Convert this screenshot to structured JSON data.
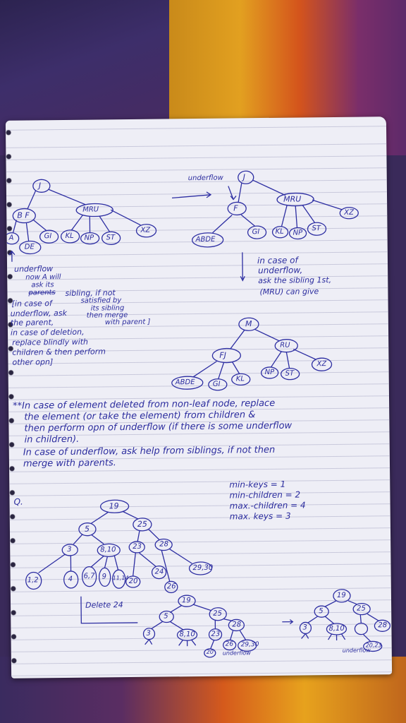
{
  "tree1": {
    "root": "J",
    "level1": [
      "B F",
      "MRU"
    ],
    "level2": [
      "A",
      "DE",
      "GI",
      "KL",
      "NP",
      "ST",
      "XZ"
    ],
    "notes": [
      "↑",
      "underflow",
      "now A will",
      "ask its",
      "parents",
      "sibling, if not",
      "[in case of",
      "satisfied by",
      "its sibling",
      "underflow, ask",
      "then merge",
      "the parent,",
      "with parent ]",
      "in case of deletion,",
      "replace blindly with",
      "children & then perform",
      "other opn]"
    ]
  },
  "tree2": {
    "root": "J",
    "underflow_label": "underflow",
    "arrow": "⟶",
    "level1": [
      "F",
      "MRU"
    ],
    "level2": [
      "ABDE",
      "GI",
      "KL",
      "NP",
      "ST",
      "XZ"
    ],
    "notes": [
      "in case of",
      "underflow,",
      "ask the sibling 1st,",
      "(MRU) can give"
    ]
  },
  "tree3": {
    "root": "M",
    "level1": [
      "FJ",
      "RU"
    ],
    "level2": [
      "ABDE",
      "GI",
      "KL",
      "NP",
      "ST",
      "XZ"
    ]
  },
  "rules": [
    "**In case of element deleted from non-leaf node, replace",
    "the element (or take the element) from children &",
    "then perform opn of underflow (if there is some underflow",
    "in children).",
    "In case of underflow, ask help from siblings, if not then",
    "merge with parents."
  ],
  "question": {
    "label": "Q.",
    "constraints": [
      "min-keys = 1",
      "min-children = 2",
      "max.-children = 4",
      "max. keys = 3"
    ],
    "tree": {
      "root": "19",
      "level1": [
        "5",
        "25"
      ],
      "level2": [
        "3",
        "8,10",
        "23",
        "28"
      ],
      "level3": [
        "1,2",
        "4",
        "6,7",
        "9",
        "11,14",
        "20",
        "24",
        "26",
        "29,30"
      ]
    },
    "task": "Delete 24",
    "result1": {
      "root": "19",
      "level1": [
        "5",
        "25"
      ],
      "level2": [
        "3",
        "8,10",
        "23",
        "28"
      ],
      "level3": [
        "20",
        "26",
        "29,30"
      ],
      "underflow_label": "underflow"
    },
    "arrow": "⟶",
    "result2": {
      "root": "19",
      "level1": [
        "5",
        "25"
      ],
      "level2": [
        "3",
        "8,10",
        "28"
      ],
      "level3": [
        "20,23"
      ],
      "underflow_label": "underflow"
    }
  },
  "colors": {
    "ink": "#2b2c9e",
    "paper": "#eeeef6",
    "rule_line": "#c9c9dc"
  }
}
